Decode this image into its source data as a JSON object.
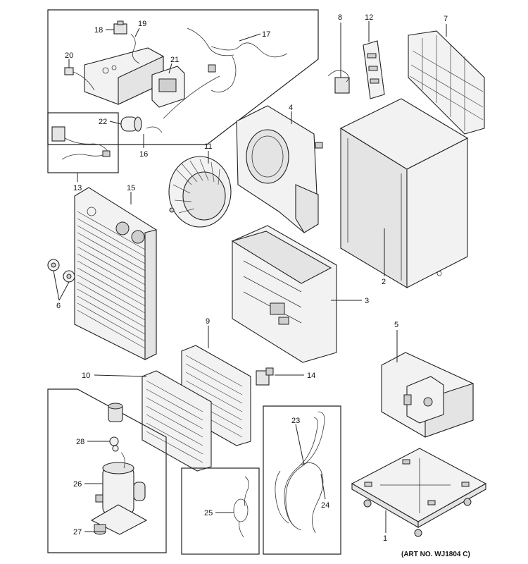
{
  "callouts": {
    "c1": "1",
    "c2": "2",
    "c3": "3",
    "c4": "4",
    "c5": "5",
    "c6": "6",
    "c7": "7",
    "c8": "8",
    "c9": "9",
    "c10": "10",
    "c11": "11",
    "c12": "12",
    "c13": "13",
    "c14": "14",
    "c15": "15",
    "c16": "16",
    "c17": "17",
    "c18": "18",
    "c19": "19",
    "c20": "20",
    "c21": "21",
    "c22": "22",
    "c23": "23",
    "c24": "24",
    "c25": "25",
    "c26": "26",
    "c27": "27",
    "c28": "28"
  },
  "art_number": "(ART NO. WJ1804 C)"
}
